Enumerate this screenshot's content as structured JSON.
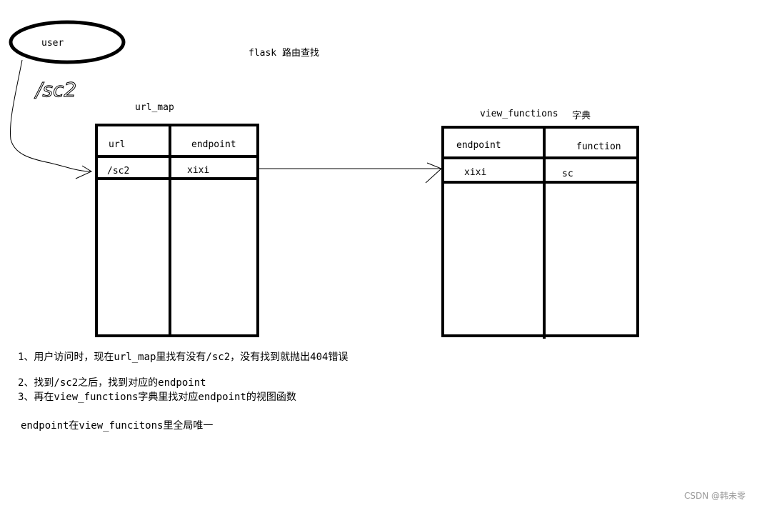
{
  "title": "flask 路由查找",
  "user": {
    "label": "user"
  },
  "request_path_label": "/sc2",
  "url_map": {
    "title": "url_map",
    "headers": [
      "url",
      "endpoint"
    ],
    "rows": [
      [
        "/sc2",
        "xixi"
      ]
    ]
  },
  "view_functions": {
    "title": "view_functions",
    "title_suffix": "字典",
    "headers": [
      "endpoint",
      "function"
    ],
    "rows": [
      [
        "xixi",
        "sc"
      ]
    ]
  },
  "notes": [
    "1、用户访问时，现在url_map里找有没有/sc2，没有找到就抛出404错误",
    "2、找到/sc2之后，找到对应的endpoint",
    "3、再在view_functions字典里找对应endpoint的视图函数",
    "endpoint在view_funcitons里全局唯一"
  ],
  "watermark": "CSDN @韩未零"
}
